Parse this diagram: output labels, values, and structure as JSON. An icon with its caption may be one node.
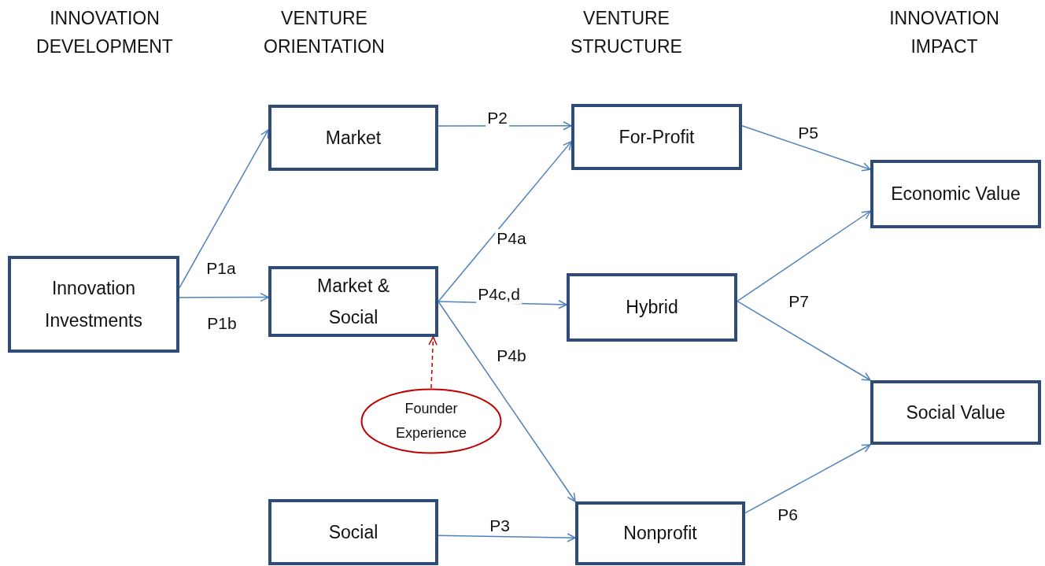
{
  "diagram": {
    "nodes": [
      {
        "text": [
          "Innovation Investments"
        ]
      },
      {
        "text": [
          "Market"
        ]
      },
      {
        "text": [
          "Market & Social"
        ]
      },
      {
        "text": [
          "Social"
        ]
      },
      {
        "text": [
          "For-Profit"
        ]
      },
      {
        "text": [
          "Hybrid"
        ]
      },
      {
        "text": [
          "Nonprofit"
        ]
      },
      {
        "text": [
          "Economic Value"
        ]
      },
      {
        "text": [
          "Social Value"
        ]
      },
      {
        "text": [
          "Founder Experience"
        ]
      }
    ],
    "edges": [
      {
        "from": 0,
        "to": 1,
        "arrow": "to",
        "label": "P1a"
      },
      {
        "from": 0,
        "to": 2,
        "arrow": "to",
        "label": "P1b"
      },
      {
        "from": 1,
        "to": 4,
        "arrow": "to",
        "label": "P2"
      },
      {
        "from": 2,
        "to": 4,
        "arrow": "to",
        "label": "P4a"
      },
      {
        "from": 2,
        "to": 5,
        "arrow": "to",
        "label": "P4c,d"
      },
      {
        "from": 2,
        "to": 6,
        "arrow": "to",
        "label": "P4b"
      },
      {
        "from": 3,
        "to": 6,
        "arrow": "to",
        "label": "P3"
      },
      {
        "from": 4,
        "to": 7,
        "arrow": "to",
        "label": "P5"
      },
      {
        "from": 5,
        "to": 7,
        "arrow": "to",
        "label": "P7"
      },
      {
        "from": 5,
        "to": 8,
        "arrow": "to"
      },
      {
        "from": 6,
        "to": 8,
        "arrow": "to",
        "label": "P6"
      },
      {
        "from": 9,
        "to": 2,
        "arrow": "to",
        "style": "dashed",
        "color": "#c00000"
      }
    ],
    "labels": [
      "INNOVATION DEVELOPMENT",
      "VENTURE ORIENTATION",
      "VENTURE STRUCTURE",
      "INNOVATION IMPACT"
    ]
  }
}
